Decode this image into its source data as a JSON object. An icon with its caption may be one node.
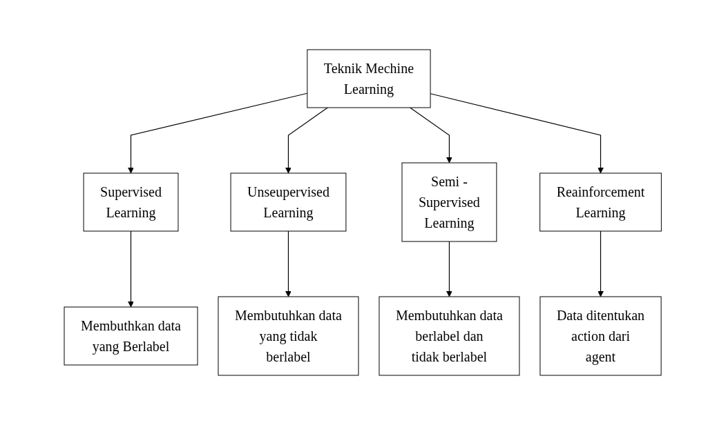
{
  "diagram": {
    "nodes": [
      {
        "text": [
          "Teknik Mechine Learning"
        ]
      },
      {
        "text": [
          "Supervised Learning"
        ]
      },
      {
        "text": [
          "Unseupervised Learning"
        ]
      },
      {
        "text": [
          "Semi - Supervised Learning"
        ]
      },
      {
        "text": [
          "Reainforcement Learning"
        ]
      },
      {
        "text": [
          "Membuthkan data yang Berlabel"
        ]
      },
      {
        "text": [
          "Membutuhkan data yang tidak berlabel"
        ]
      },
      {
        "text": [
          "Membutuhkan data berlabel dan tidak berlabel"
        ]
      },
      {
        "text": [
          "Data ditentukan action dari agent"
        ]
      }
    ],
    "edges": [
      {
        "from": 0,
        "to": 1,
        "arrow": "to"
      },
      {
        "from": 0,
        "to": 2,
        "arrow": "to"
      },
      {
        "from": 0,
        "to": 3,
        "arrow": "to"
      },
      {
        "from": 0,
        "to": 4,
        "arrow": "to"
      },
      {
        "from": 1,
        "to": 5,
        "arrow": "to"
      },
      {
        "from": 2,
        "to": 6,
        "arrow": "to"
      },
      {
        "from": 3,
        "to": 7,
        "arrow": "to"
      },
      {
        "from": 4,
        "to": 8,
        "arrow": "to"
      }
    ]
  }
}
